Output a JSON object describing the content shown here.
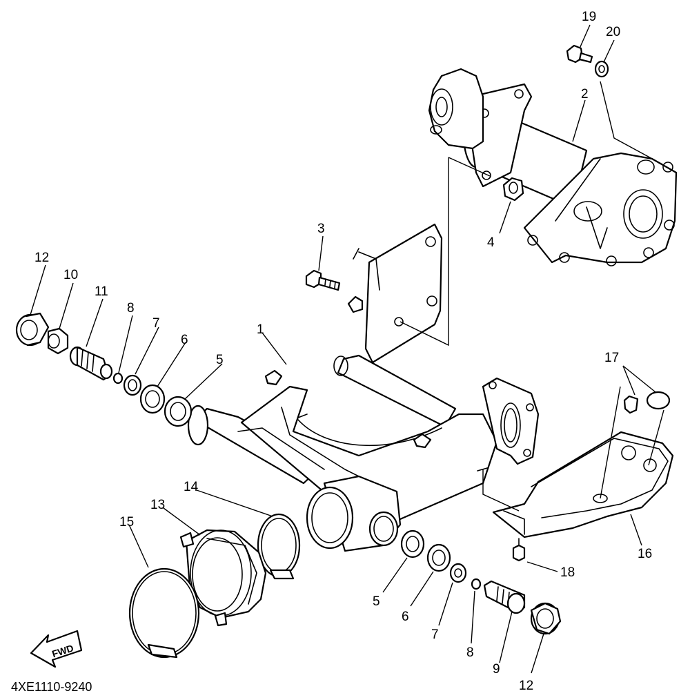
{
  "diagram": {
    "drawing_code": "4XE1110-9240",
    "fwd_label": "FWD",
    "callouts": [
      {
        "id": "c19",
        "label": "19"
      },
      {
        "id": "c20",
        "label": "20"
      },
      {
        "id": "c2",
        "label": "2"
      },
      {
        "id": "c3",
        "label": "3"
      },
      {
        "id": "c4",
        "label": "4"
      },
      {
        "id": "c12a",
        "label": "12"
      },
      {
        "id": "c10",
        "label": "10"
      },
      {
        "id": "c11",
        "label": "11"
      },
      {
        "id": "c8a",
        "label": "8"
      },
      {
        "id": "c7a",
        "label": "7"
      },
      {
        "id": "c6a",
        "label": "6"
      },
      {
        "id": "c5a",
        "label": "5"
      },
      {
        "id": "c1",
        "label": "1"
      },
      {
        "id": "c17",
        "label": "17"
      },
      {
        "id": "c14",
        "label": "14"
      },
      {
        "id": "c13",
        "label": "13"
      },
      {
        "id": "c15",
        "label": "15"
      },
      {
        "id": "c16",
        "label": "16"
      },
      {
        "id": "c18",
        "label": "18"
      },
      {
        "id": "c5b",
        "label": "5"
      },
      {
        "id": "c6b",
        "label": "6"
      },
      {
        "id": "c7b",
        "label": "7"
      },
      {
        "id": "c8b",
        "label": "8"
      },
      {
        "id": "c9",
        "label": "9"
      },
      {
        "id": "c12b",
        "label": "12"
      }
    ]
  }
}
